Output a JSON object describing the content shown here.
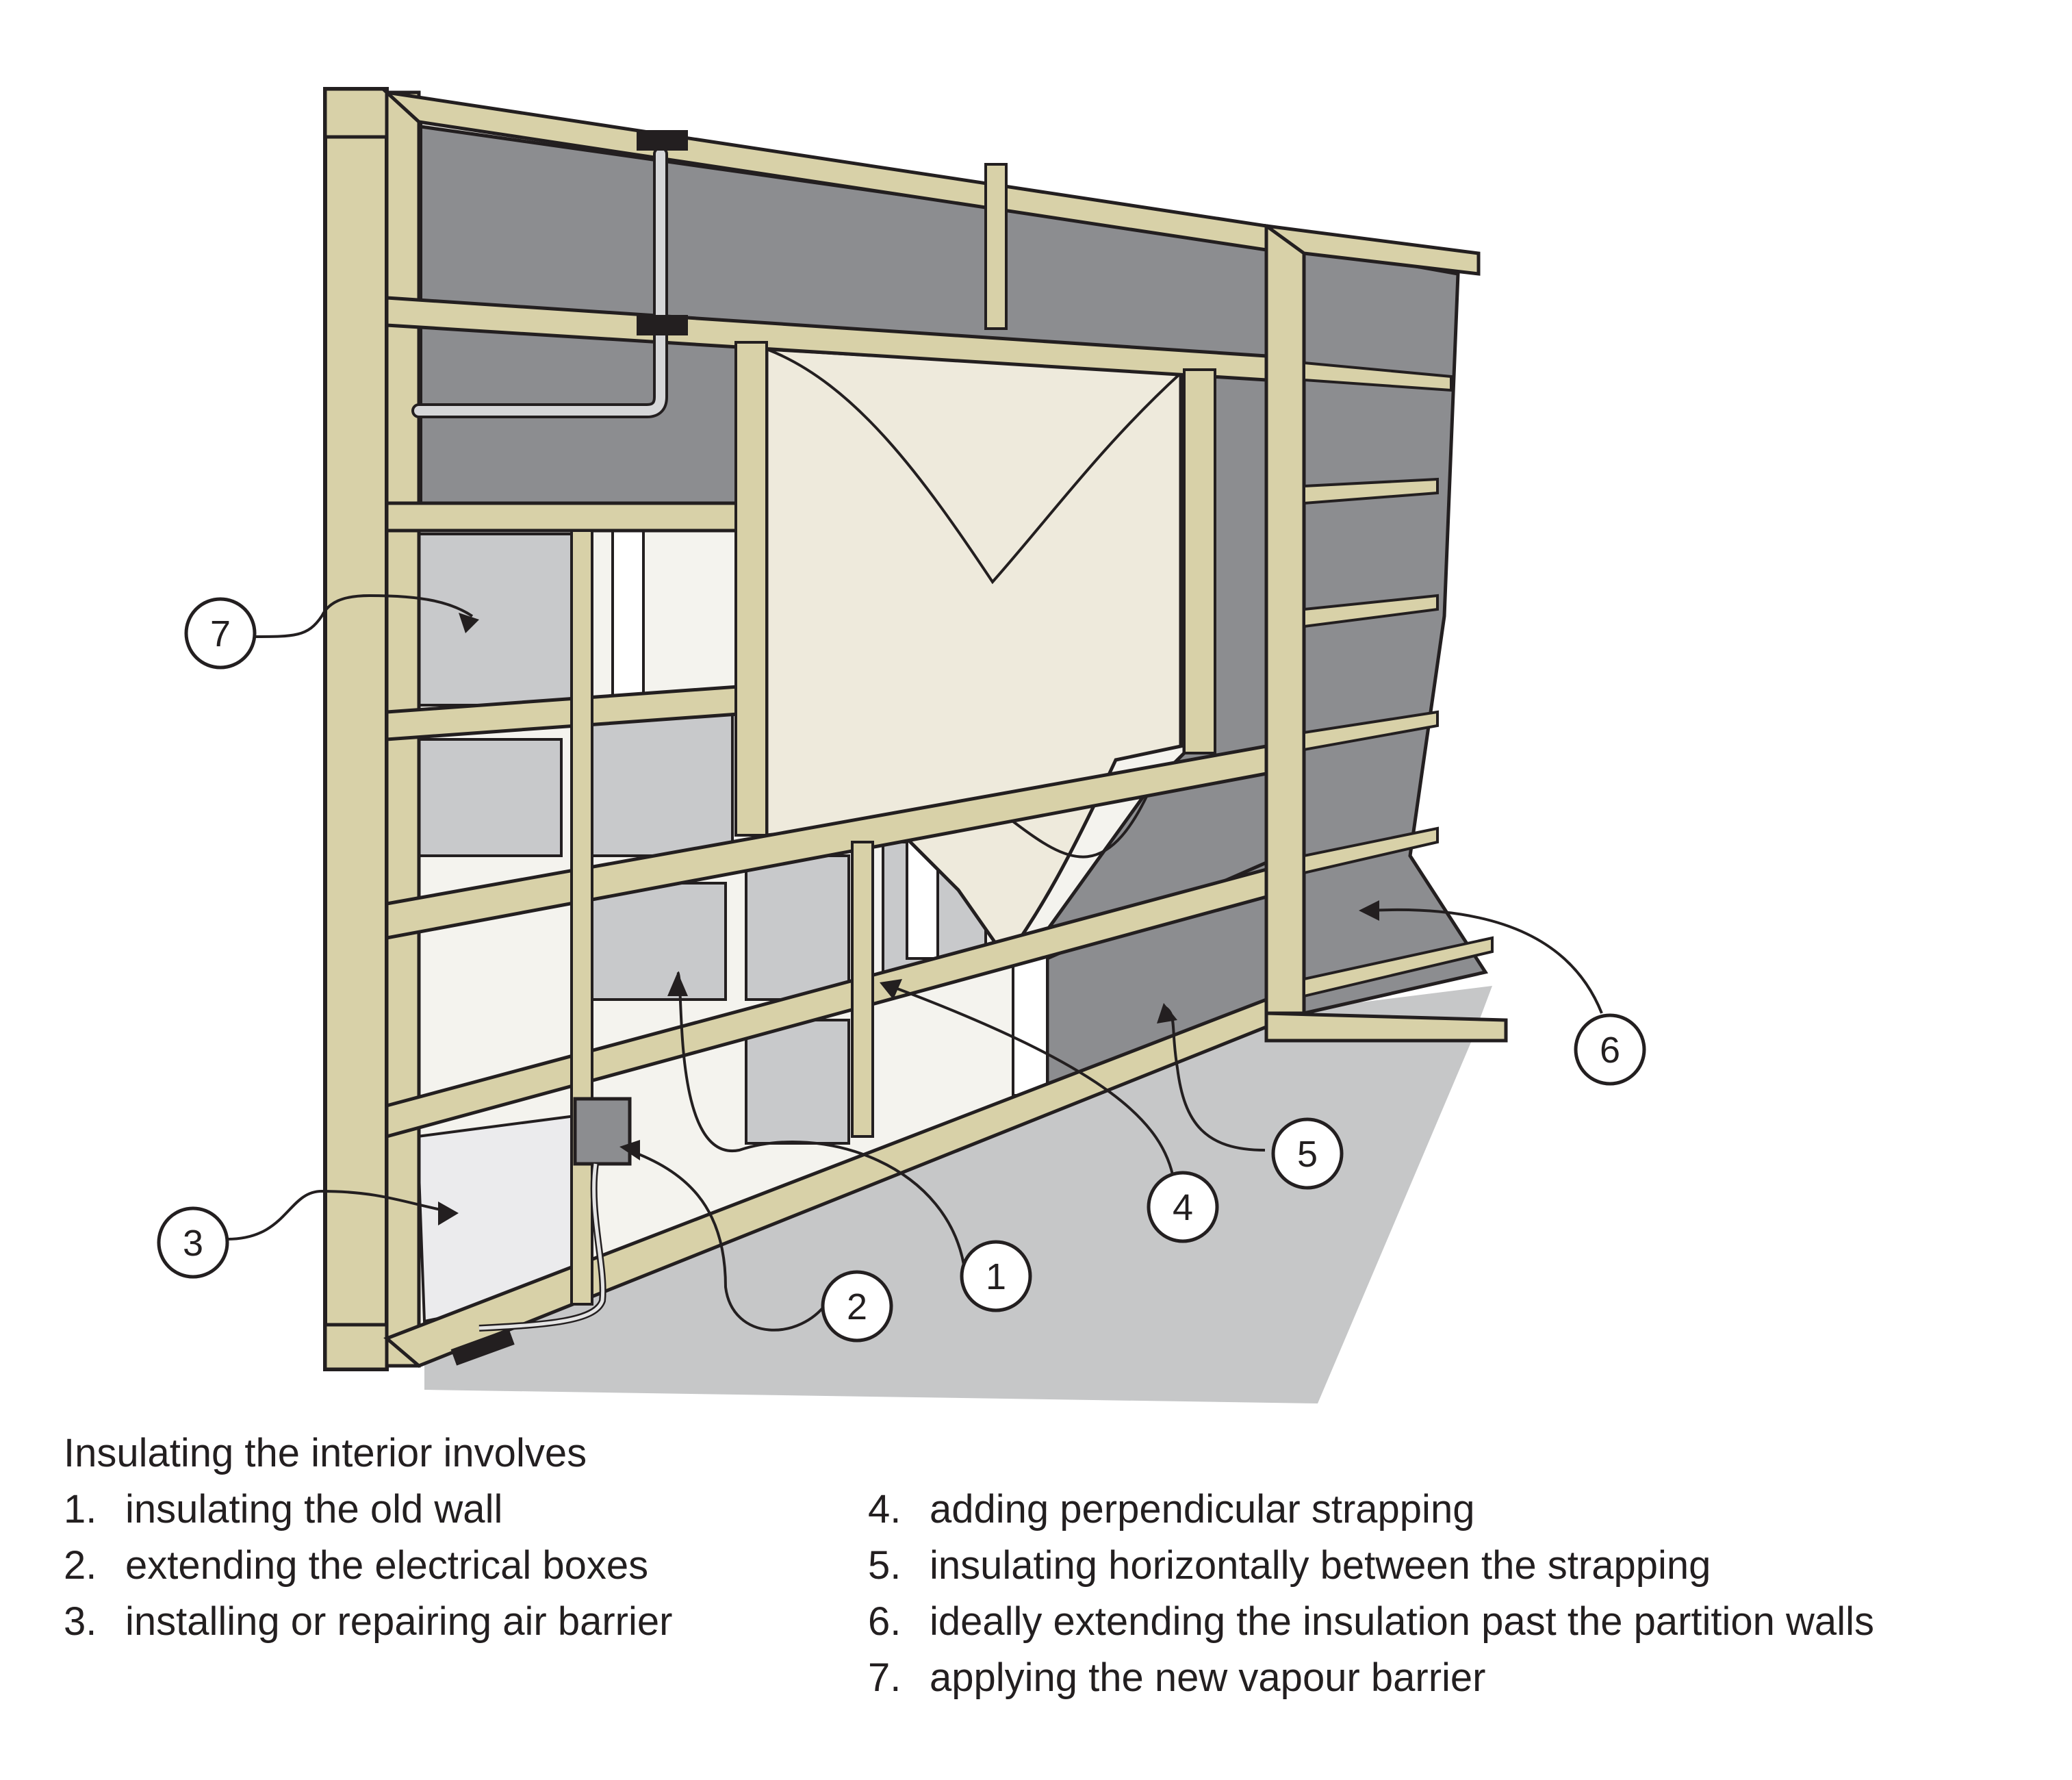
{
  "callouts": [
    {
      "number": "1"
    },
    {
      "number": "2"
    },
    {
      "number": "3"
    },
    {
      "number": "4"
    },
    {
      "number": "5"
    },
    {
      "number": "6"
    },
    {
      "number": "7"
    }
  ],
  "caption": {
    "intro": "Insulating the interior involves",
    "items": [
      {
        "number": "1.",
        "text": "insulating the old wall"
      },
      {
        "number": "2.",
        "text": "extending the electrical boxes"
      },
      {
        "number": "3.",
        "text": "installing or repairing air barrier"
      },
      {
        "number": "4.",
        "text": "adding perpendicular strapping"
      },
      {
        "number": "5.",
        "text": "insulating horizontally between the strapping"
      },
      {
        "number": "6.",
        "text": "ideally extending the insulation past the partition walls"
      },
      {
        "number": "7.",
        "text": "applying the new vapour barrier"
      }
    ]
  },
  "colors": {
    "wood": "#d8d1a8",
    "wood_dark": "#b9b283",
    "insulation": "#8c8d90",
    "batt_light": "#c8c9cb",
    "floor": "#c6c7c8",
    "vapour_barrier": "#eeeadc",
    "outline": "#231f20"
  }
}
